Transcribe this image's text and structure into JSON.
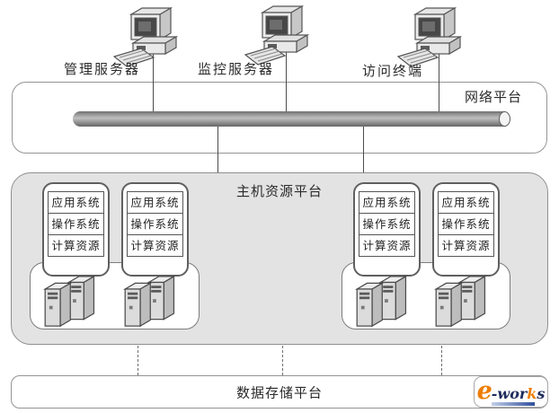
{
  "diagram": {
    "terminals": [
      {
        "label": "管理服务器"
      },
      {
        "label": "监控服务器"
      },
      {
        "label": "访问终端"
      }
    ],
    "network_platform": {
      "label": "网络平台"
    },
    "host_platform": {
      "label": "主机资源平台",
      "groups": [
        {
          "nodes": [
            {
              "layers": [
                "应用系统",
                "操作系统",
                "计算资源"
              ]
            },
            {
              "layers": [
                "应用系统",
                "操作系统",
                "计算资源"
              ]
            }
          ]
        },
        {
          "nodes": [
            {
              "layers": [
                "应用系统",
                "操作系统",
                "计算资源"
              ]
            },
            {
              "layers": [
                "应用系统",
                "操作系统",
                "计算资源"
              ]
            }
          ]
        }
      ]
    },
    "storage_platform": {
      "label": "数据存储平台"
    },
    "logo": {
      "e": "e",
      "wor": "-wor",
      "k": "k",
      "s": "s"
    },
    "colors": {
      "platform_fill": "#e3e3e3",
      "box_border": "#8e8e8e",
      "pipe_dark": "#656565",
      "pipe_light": "#bfbfbf",
      "logo_orange": "#ee7d00",
      "logo_navy": "#1e2c5c",
      "logo_underline": "#2e4f9c"
    }
  }
}
